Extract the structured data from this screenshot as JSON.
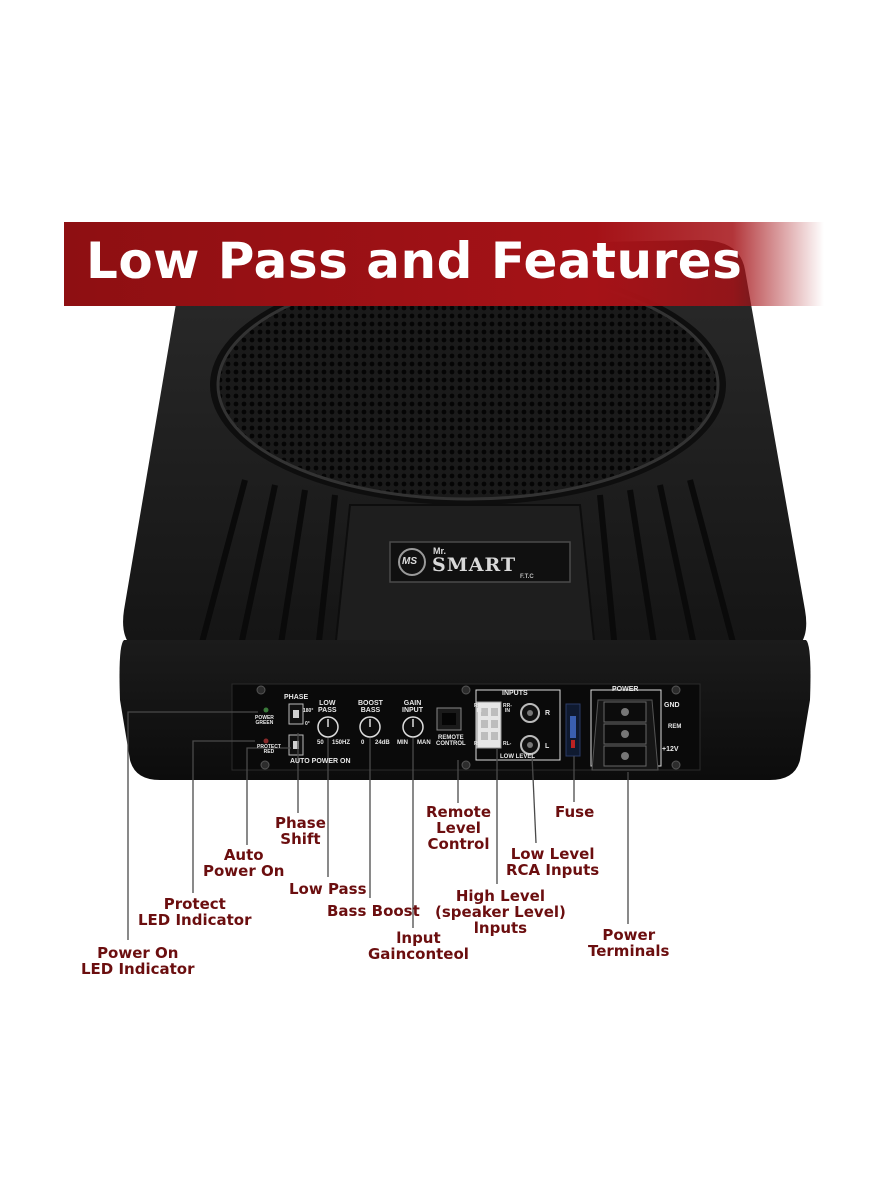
{
  "banner": {
    "title": "Low Pass and Features"
  },
  "logo": {
    "badge": "MS",
    "brand_top": "Mr.",
    "brand_main": "SMART",
    "brand_sub": "F.T.C"
  },
  "panel_labels": {
    "phase": "PHASE",
    "low_pass": "LOW\nPASS",
    "boost_bass": "BOOST\nBASS",
    "gain_input": "GAIN\nINPUT",
    "power_green": "POWER\nGREEN",
    "protect_red": "PROTECT\nRED",
    "auto_power_on": "AUTO POWER ON",
    "low_pass_min": "50",
    "low_pass_max": "150HZ",
    "bass_min": "0",
    "bass_max": "24dB",
    "gain_min": "MIN",
    "gain_max": "MAN",
    "remote_control": "REMOTE\nCONTROL",
    "inputs": "INPUTS",
    "low_level": "LOW LEVEL",
    "rr_plus": "RR+\nIN",
    "rr_minus": "RR-\nIN",
    "rl_plus": "RL+",
    "rl_minus": "RL-",
    "r": "R",
    "l": "L",
    "power": "POWER",
    "gnd": "GND",
    "rem": "REM",
    "plus12v": "+12V",
    "phase_0": "0°",
    "phase_180": "180°"
  },
  "callouts": {
    "phase_shift": "Phase\nShift",
    "auto_power_on": "Auto\nPower On",
    "protect_led": "Protect\nLED Indicator",
    "power_on_led": "Power On\nLED Indicator",
    "low_pass": "Low Pass",
    "bass_boost": "Bass Boost",
    "input_gain": "lnput\nGainconteol",
    "remote_level": "Remote\nLevel\nControl",
    "high_level": "High Level\n(speaker Level)\nlnputs",
    "low_level_rca": "Low Level\nRCA Inputs",
    "fuse": "Fuse",
    "power_terminals": "Power\nTerminals"
  },
  "colors": {
    "banner": "#a51217",
    "callout_text": "#6b0e0f",
    "leader_line": "#4a4a4a"
  }
}
